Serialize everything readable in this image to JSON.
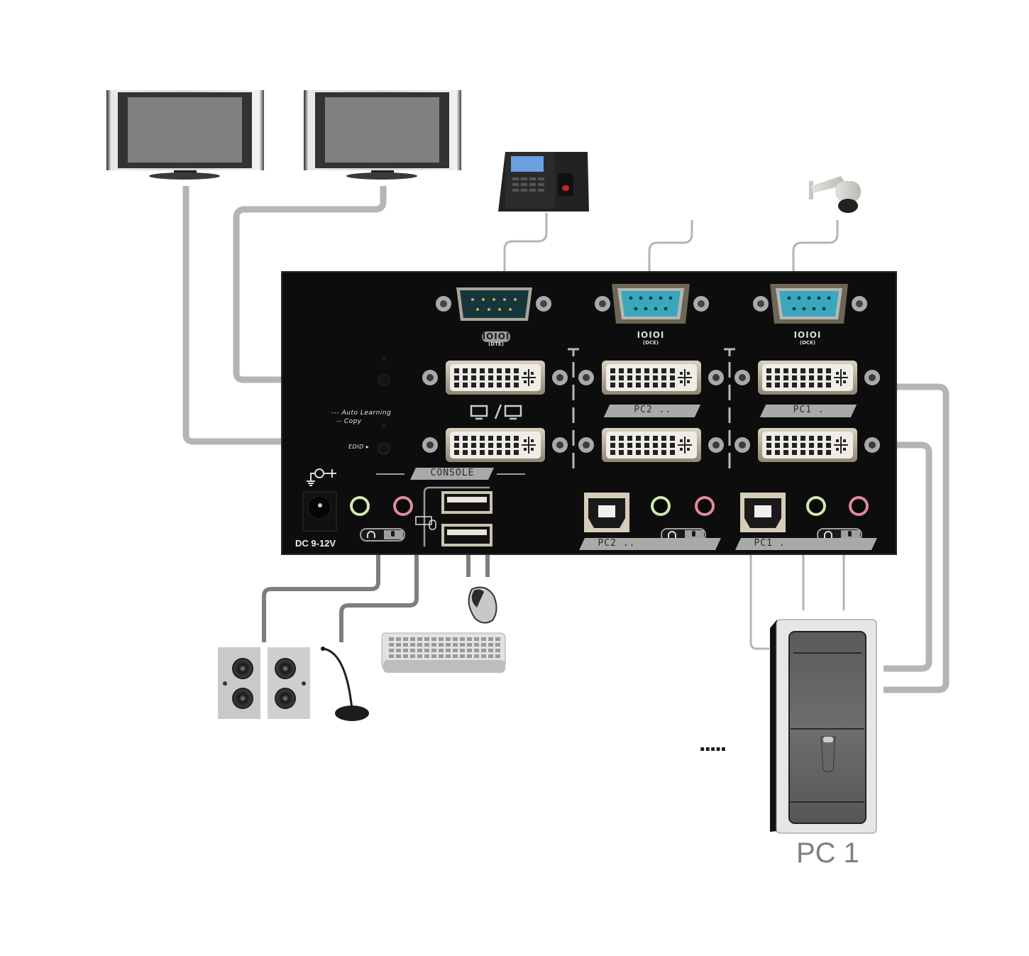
{
  "diagram": {
    "title": "Dual-monitor DVI KVM switch with RS-232 connection diagram",
    "kvm_panel": {
      "serial_ports": [
        {
          "symbol": "IOIOI",
          "type": "(DTE)",
          "connector": "DB9 male"
        },
        {
          "symbol": "IOIOI",
          "type": "(DCE)",
          "connector": "DB9 female"
        },
        {
          "symbol": "IOIOI",
          "type": "(DCE)",
          "connector": "DB9 female"
        }
      ],
      "edid_labels": {
        "auto_learning": "--- Auto Learning",
        "copy": "-- Copy",
        "edid": "EDID ▸"
      },
      "dual_monitor_symbol": "▭/▭",
      "port_groups": [
        {
          "label": "PC2 ..",
          "ports": [
            "DVI 1",
            "DVI 2",
            "USB-B",
            "Audio out",
            "Mic in"
          ]
        },
        {
          "label": "PC1 .",
          "ports": [
            "DVI 1",
            "DVI 2",
            "USB-B",
            "Audio out",
            "Mic in"
          ]
        }
      ],
      "console_label": "CONSOLE",
      "power_symbol": "⏚C+",
      "power_label": "DC  9-12V",
      "audio_icons": [
        "headphone-icon",
        "microphone-icon"
      ],
      "keyboard_mouse_icon": "keyboard-mouse-icon"
    },
    "devices": {
      "monitors": [
        "Monitor 1",
        "Monitor 2"
      ],
      "serial_devices": [
        "Fingerprint terminal",
        "(unconnected)",
        "PTZ dome camera"
      ],
      "console_devices": [
        "Speakers",
        "Microphone",
        "Mouse",
        "Keyboard"
      ],
      "computer": {
        "label": "PC 1"
      },
      "more_indicator": "....."
    },
    "colors": {
      "panel": "#0d0d0d",
      "cable": "#b5b5b5",
      "cable_dark": "#7e7e7e",
      "serial_blue": "#3aa7bd",
      "serial_dark": "#17363c",
      "audio_green": "#b8e0a0",
      "audio_pink": "#e38a9c",
      "plate": "#a9aaa8"
    }
  }
}
